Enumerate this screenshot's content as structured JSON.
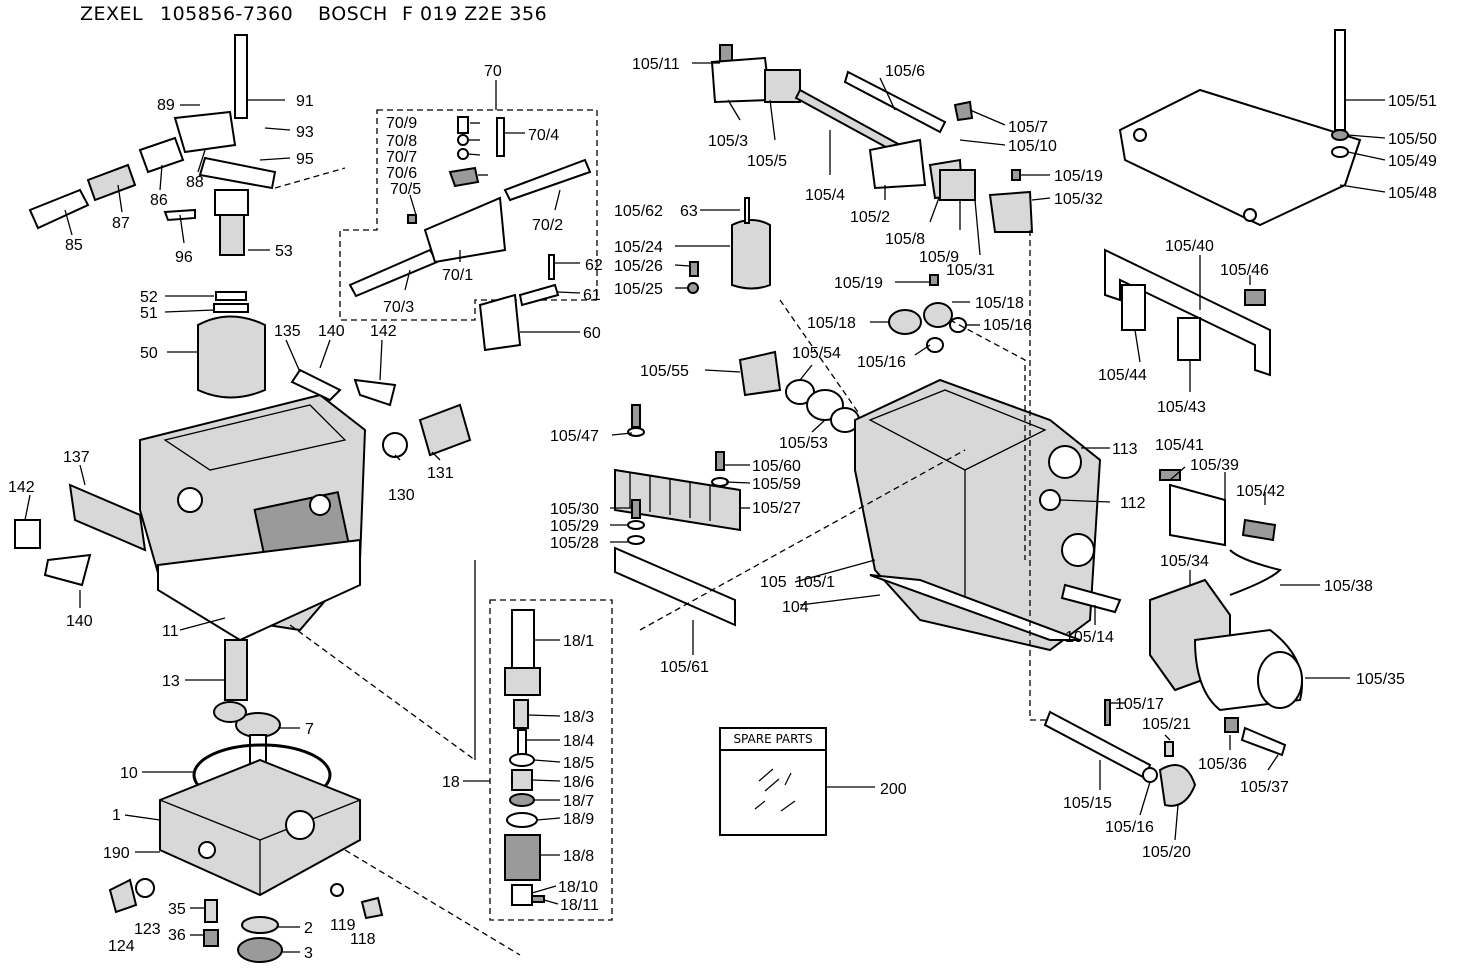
{
  "header": {
    "maker": "ZEXEL",
    "zexel_no": "105856-7360",
    "brand": "BOSCH",
    "bosch_no": "F 019 Z2E 356"
  },
  "spare_parts": {
    "title": "SPARE PARTS",
    "ref": "200"
  },
  "labels": [
    "91",
    "93",
    "89",
    "95",
    "86",
    "88",
    "87",
    "85",
    "96",
    "53",
    "52",
    "51",
    "50",
    "135",
    "140",
    "142",
    "70",
    "70/9",
    "70/8",
    "70/7",
    "70/6",
    "70/5",
    "70/4",
    "70/2",
    "70/1",
    "70/3",
    "62",
    "61",
    "60",
    "131",
    "130",
    "137",
    "142",
    "140",
    "11",
    "13",
    "7",
    "10",
    "1",
    "190",
    "35",
    "36",
    "124",
    "123",
    "119",
    "118",
    "2",
    "3",
    "18",
    "18/1",
    "18/3",
    "18/4",
    "18/5",
    "18/6",
    "18/7",
    "18/9",
    "18/8",
    "18/10",
    "18/11",
    "105/11",
    "105/6",
    "105/7",
    "105/10",
    "105/3",
    "105/5",
    "105/4",
    "105/2",
    "105/8",
    "105/9",
    "105/31",
    "105/19",
    "105/32",
    "105/62",
    "63",
    "105/24",
    "105/26",
    "105/25",
    "105/19",
    "105/18",
    "105/18",
    "105/16",
    "105/16",
    "105/55",
    "105/54",
    "105/53",
    "105/47",
    "105/60",
    "105/59",
    "105/30",
    "105/27",
    "105/29",
    "105/28",
    "105/61",
    "105",
    "105/1",
    "104",
    "113",
    "112",
    "105/14",
    "105/41",
    "105/39",
    "105/42",
    "105/34",
    "105/38",
    "105/35",
    "105/17",
    "105/21",
    "105/36",
    "105/37",
    "105/15",
    "105/16",
    "105/20",
    "105/51",
    "105/50",
    "105/49",
    "105/48",
    "105/40",
    "105/46",
    "105/44",
    "105/43"
  ]
}
